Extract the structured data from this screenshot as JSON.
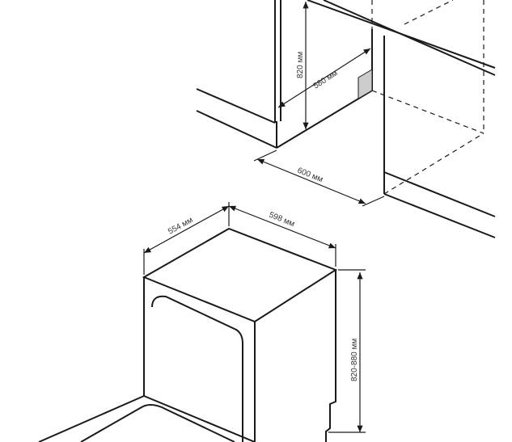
{
  "niche": {
    "height_label": "820 мм",
    "depth_label": "580 мм",
    "width_label": "600 мм"
  },
  "appliance": {
    "depth_label": "554 мм",
    "width_label": "598 мм",
    "height_label": "820-880 мм"
  },
  "colors": {
    "line": "#1a1a1a",
    "socket": "#cccccc"
  }
}
